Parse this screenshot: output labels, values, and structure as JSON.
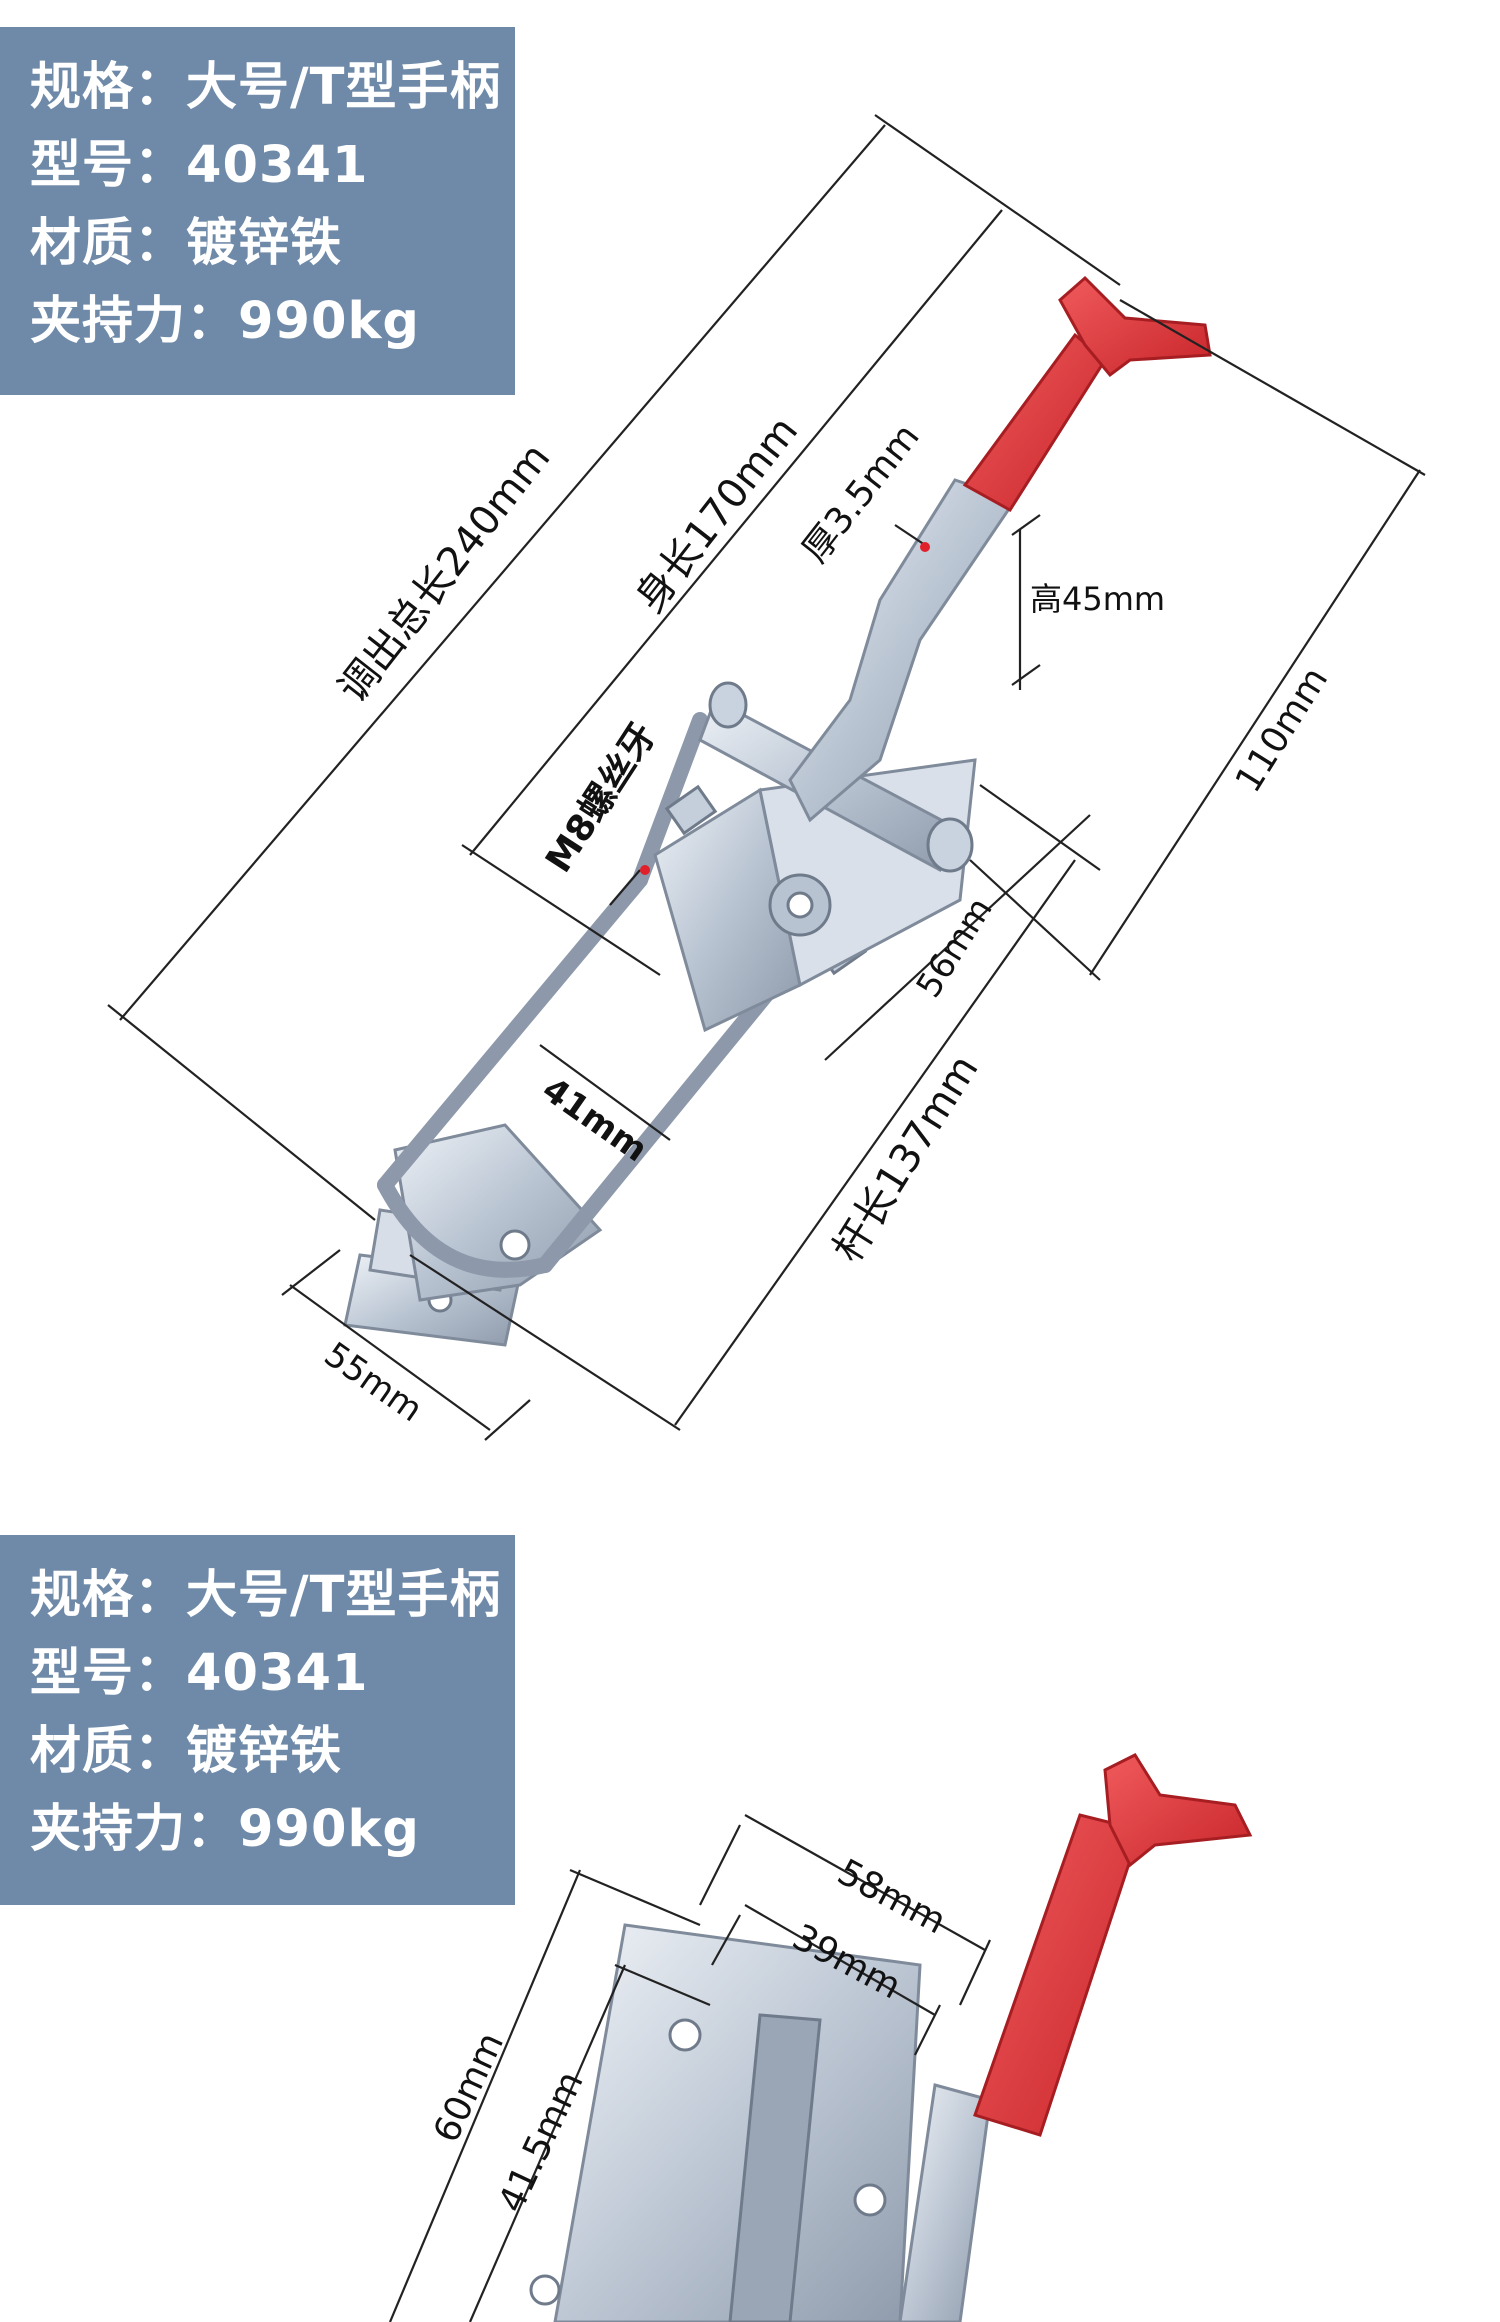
{
  "colors": {
    "spec_bg": "#6f8aa8",
    "spec_text": "#ffffff",
    "handle_red": "#e23b3f",
    "zinc_metal": "#c9d3df",
    "dimension_line": "#222222",
    "marker_dot": "#e0202a"
  },
  "spec_panel_1": {
    "lines": [
      "规格：大号/T型手柄",
      "型号：40341",
      "材质：镀锌铁",
      "夹持力：990kg"
    ]
  },
  "spec_panel_2": {
    "lines": [
      "规格：大号/T型手柄",
      "型号：40341",
      "材质：镀锌铁",
      "夹持力：990kg"
    ]
  },
  "dimensions_1": {
    "total_length": "调出总长240mm",
    "body_length": "身长170mm",
    "thickness": "厚3.5mm",
    "height": "高45mm",
    "side_length": "110mm",
    "thread": "M8螺丝牙",
    "width_56": "56mm",
    "inner_width": "41mm",
    "rod_length": "杆长137mm",
    "width_55": "55mm"
  },
  "dimensions_2": {
    "width_58": "58mm",
    "width_39": "39mm",
    "height_60": "60mm",
    "height_41_5": "41.5mm"
  }
}
